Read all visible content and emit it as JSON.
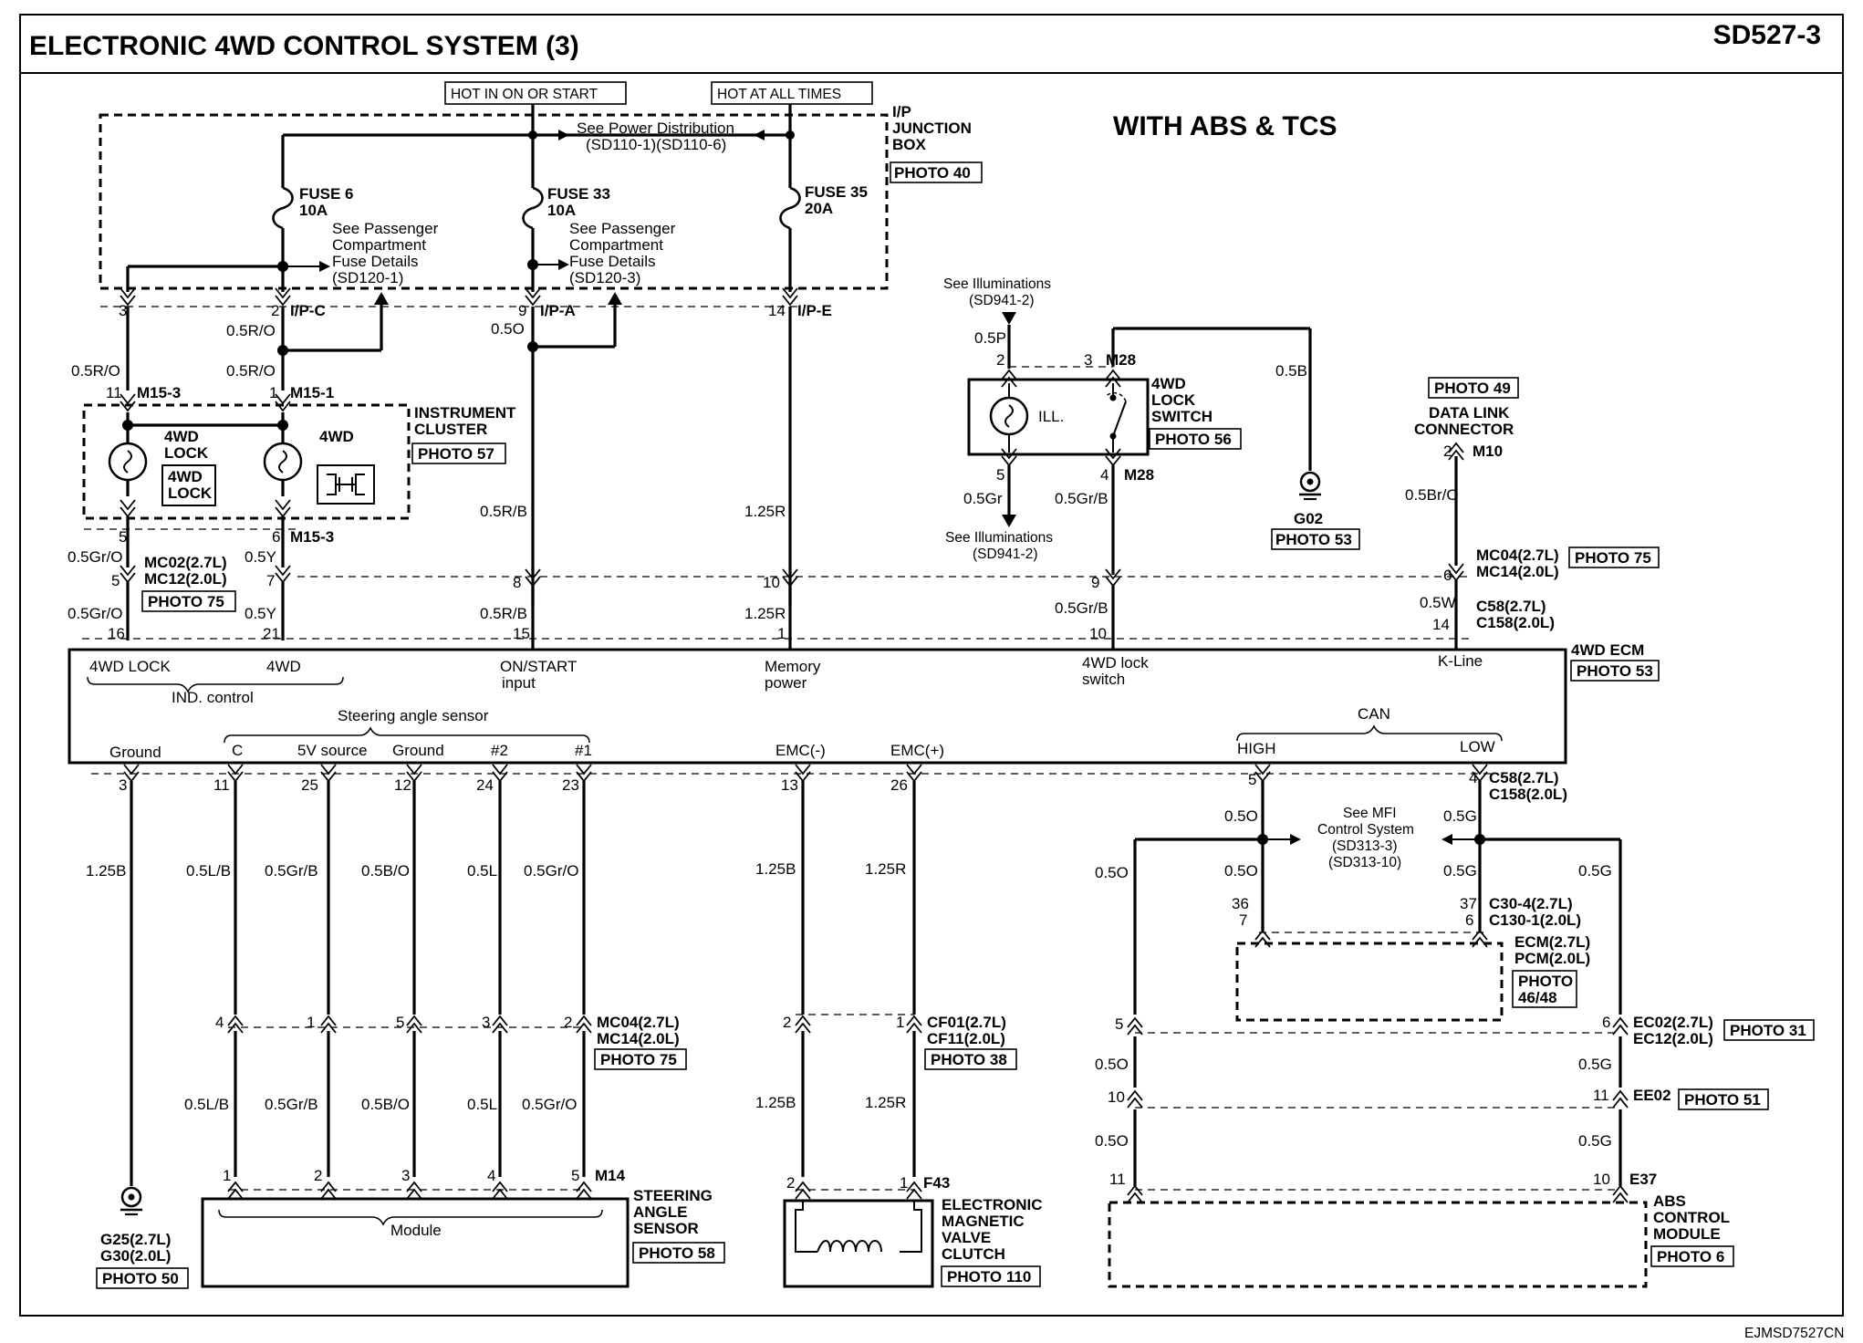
{
  "header": {
    "title": "ELECTRONIC 4WD CONTROL SYSTEM (3)",
    "code": "SD527-3",
    "variant": "WITH ABS & TCS",
    "footer_code": "EJMSD7527CN"
  },
  "power": {
    "hot_run": "HOT IN ON OR START",
    "hot_all": "HOT AT ALL TIMES",
    "power_dist_1": "See Power Distribution",
    "power_dist_2": "(SD110-1)(SD110-6)",
    "jbox_1": "I/P",
    "jbox_2": "JUNCTION",
    "jbox_3": "BOX",
    "jbox_photo": "PHOTO 40",
    "fuse6": "FUSE 6",
    "fuse6_a": "10A",
    "fuse33": "FUSE 33",
    "fuse33_a": "10A",
    "fuse35": "FUSE 35",
    "fuse35_a": "20A",
    "pf1": "See Passenger",
    "pf2": "Compartment",
    "pf3": "Fuse Details",
    "pf_ref1": "(SD120-1)",
    "pf_ref2": "(SD120-3)",
    "p3": "3",
    "p2": "2",
    "p9": "9",
    "p14": "14",
    "ipc": "I/P-C",
    "ipa": "I/P-A",
    "ipe": "I/P-E"
  },
  "cluster": {
    "w1": "0.5R/O",
    "w2": "0.5O",
    "w3": "0.5R/O",
    "w4": "0.5R/O",
    "pin11": "11",
    "c_m153": "M15-3",
    "pin1": "1",
    "c_m151": "M15-1",
    "lamp1_a": "4WD",
    "lamp1_b": "LOCK",
    "ind1_a": "4WD",
    "ind1_b": "LOCK",
    "lamp2": "4WD",
    "name1": "INSTRUMENT",
    "name2": "CLUSTER",
    "photo": "PHOTO 57",
    "pin5": "5",
    "pin6": "6",
    "c_m153b": "M15-3",
    "wg1": "0.5Gr/O",
    "wy1": "0.5Y",
    "mc02": "MC02(2.7L)",
    "mc12": "MC12(2.0L)",
    "photo75": "PHOTO 75",
    "pin5b": "5",
    "pin7": "7",
    "wg2": "0.5Gr/O",
    "wy2": "0.5Y",
    "pin16": "16",
    "pin21": "21"
  },
  "mid": {
    "w_rb1": "0.5R/B",
    "w_rb2": "0.5R/B",
    "p8": "8",
    "p15": "15",
    "w_r1": "1.25R",
    "w_r2": "1.25R",
    "p10": "10",
    "p1": "1"
  },
  "switch": {
    "illum1": "See Illuminations",
    "illum1r": "(SD941-2)",
    "w_p": "0.5P",
    "p2": "2",
    "p3": "3",
    "c": "M28",
    "ill": "ILL.",
    "name1": "4WD",
    "name2": "LOCK",
    "name3": "SWITCH",
    "photo": "PHOTO 56",
    "p5": "5",
    "p4": "4",
    "c2": "M28",
    "w_gr": "0.5Gr",
    "w_grb": "0.5Gr/B",
    "illum2": "See Illuminations",
    "illum2r": "(SD941-2)",
    "w_b": "0.5B",
    "ground": "G02",
    "gphoto": "PHOTO 53",
    "p9": "9",
    "w_grb2": "0.5Gr/B",
    "p10": "10"
  },
  "dlc": {
    "photo": "PHOTO 49",
    "name1": "DATA LINK",
    "name2": "CONNECTOR",
    "p2": "2",
    "c": "M10",
    "w_bro": "0.5Br/O",
    "mc04": "MC04(2.7L)",
    "mc14": "MC14(2.0L)",
    "photo75": "PHOTO 75",
    "p6": "6",
    "w_w": "0.5W",
    "c58": "C58(2.7L)",
    "c158": "C158(2.0L)",
    "p14": "14"
  },
  "ecm": {
    "name": "4WD ECM",
    "photo": "PHOTO 53",
    "lock": "4WD LOCK",
    "fwd": "4WD",
    "ind": "IND. control",
    "on1": "ON/START",
    "on2": "input",
    "mem1": "Memory",
    "mem2": "power",
    "sw1": "4WD lock",
    "sw2": "switch",
    "kline": "K-Line",
    "steer": "Steering angle sensor",
    "ground": "Ground",
    "c": "C",
    "v5": "5V source",
    "gnd2": "Ground",
    "n2": "#2",
    "n1": "#1",
    "emcm": "EMC(-)",
    "emcp": "EMC(+)",
    "can": "CAN",
    "high": "HIGH",
    "low": "LOW"
  },
  "bottom": {
    "p3": "3",
    "p11": "11",
    "p25": "25",
    "p12": "12",
    "p24": "24",
    "p23": "23",
    "p13": "13",
    "p26": "26",
    "p5": "5",
    "p4": "4",
    "c58": "C58(2.7L)",
    "c158": "C158(2.0L)",
    "w125b": "1.25B",
    "wlb": "0.5L/B",
    "wgrb": "0.5Gr/B",
    "wbo": "0.5B/O",
    "wl": "0.5L",
    "wgro": "0.5Gr/O",
    "w125b2": "1.25B",
    "w125r": "1.25R",
    "q4": "4",
    "q1": "1",
    "q5": "5",
    "q3": "3",
    "q2": "2",
    "mc04": "MC04(2.7L)",
    "mc14": "MC14(2.0L)",
    "photo75": "PHOTO 75",
    "wlb2": "0.5L/B",
    "wgrb2": "0.5Gr/B",
    "wbo2": "0.5B/O",
    "wl2": "0.5L",
    "wgro2": "0.5Gr/O",
    "r1": "1",
    "r2": "2",
    "r3": "3",
    "r4": "4",
    "r5": "5",
    "m14": "M14",
    "module": "Module",
    "sas1": "STEERING",
    "sas2": "ANGLE",
    "sas3": "SENSOR",
    "sas_photo": "PHOTO 58",
    "g25": "G25(2.7L)",
    "g30": "G30(2.0L)",
    "gphoto": "PHOTO 50",
    "cf2": "2",
    "cf1": "1",
    "cf01": "CF01(2.7L)",
    "cf11": "CF11(2.0L)",
    "cf_photo": "PHOTO 38",
    "w125b3": "1.25B",
    "w125r2": "1.25R",
    "f2": "2",
    "f1": "1",
    "f43": "F43",
    "emv1": "ELECTRONIC",
    "emv2": "MAGNETIC",
    "emv3": "VALVE",
    "emv4": "CLUTCH",
    "emv_photo": "PHOTO 110",
    "wo1": "0.5O",
    "wg1": "0.5G",
    "mfi1": "See MFI",
    "mfi2": "Control System",
    "mfi3": "(SD313-3)",
    "mfi4": "(SD313-10)",
    "wo2": "0.5O",
    "wo3": "0.5O",
    "wg2": "0.5G",
    "wg3": "0.5G",
    "e36": "36",
    "e7": "7",
    "e37": "37",
    "e6": "6",
    "c30": "C30-4(2.7L)",
    "c130": "C130-1(2.0L)",
    "ecm1": "ECM(2.7L)",
    "ecm2": "PCM(2.0L)",
    "ecm_photo1": "PHOTO",
    "ecm_photo2": "46/48",
    "ab5": "5",
    "ab6": "6",
    "ec02": "EC02(2.7L)",
    "ec12": "EC12(2.0L)",
    "ec_photo": "PHOTO 31",
    "wo4": "0.5O",
    "wg4": "0.5G",
    "ab10": "10",
    "ab11": "11",
    "ee02": "EE02",
    "ee_photo": "PHOTO 51",
    "wo5": "0.5O",
    "wg5": "0.5G",
    "ab11b": "11",
    "ab10b": "10",
    "e37c": "E37",
    "abs1": "ABS",
    "abs2": "CONTROL",
    "abs3": "MODULE",
    "abs_photo": "PHOTO 6"
  }
}
